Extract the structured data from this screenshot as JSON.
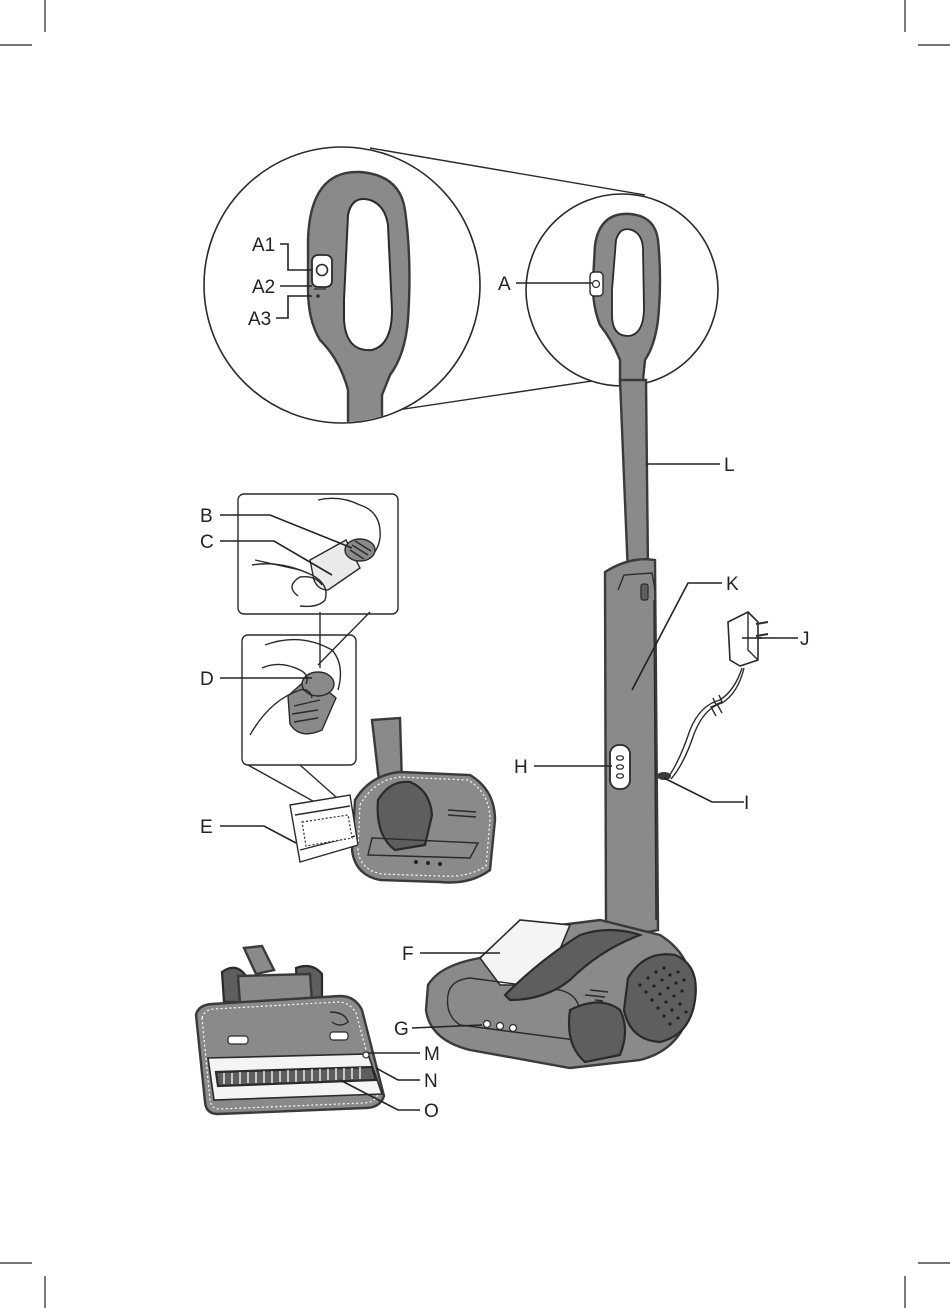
{
  "labels": {
    "A1": "A1",
    "A2": "A2",
    "A3": "A3",
    "A": "A",
    "L": "L",
    "B": "B",
    "C": "C",
    "K": "K",
    "J": "J",
    "D": "D",
    "H": "H",
    "I": "I",
    "E": "E",
    "F": "F",
    "G": "G",
    "M": "M",
    "N": "N",
    "O": "O"
  },
  "colors": {
    "body": "#8a8a8a",
    "dark": "#5e5e5e",
    "outline": "#2a2a2a",
    "background": "#ffffff"
  }
}
